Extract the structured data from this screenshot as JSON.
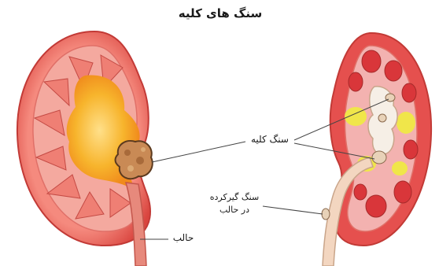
{
  "diagram": {
    "title": "سنگ های کلیه",
    "labels": {
      "kidney_stone": "سنگ کلیه",
      "stuck_stone_line1": "سنگ گیرکرده",
      "stuck_stone_line2": "در حالب",
      "ureter": "حالب"
    },
    "colors": {
      "cortex": "#e8645c",
      "medulla": "#f2a39b",
      "pelvis": "#f5a21c",
      "stone": "#c98a55",
      "fat": "#f0e64a",
      "ureter": "#f3d6c0"
    }
  }
}
